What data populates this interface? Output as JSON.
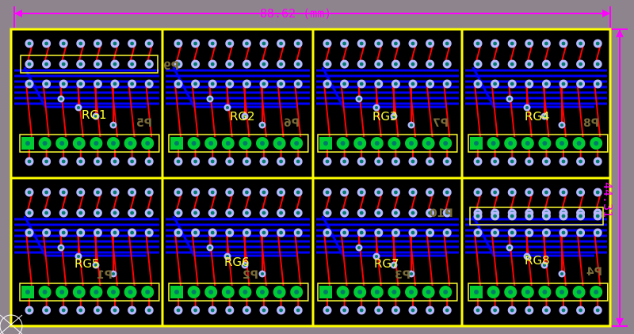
{
  "board": {
    "width_label": "88.62 (mm)",
    "height_label": "44.31",
    "colors": {
      "background": "#8e848e",
      "board": "#000000",
      "outline": "#ffff00",
      "top_trace": "#ff0000",
      "bottom_trace": "#0000ff",
      "pad_ring": "#b8b8ff",
      "pad_hole": "#007a6a",
      "header_pad": "#00cc33",
      "silk": "#ffff33",
      "dimension": "#ff00ff"
    }
  },
  "modules": [
    {
      "rg": "RG1",
      "p": "P5"
    },
    {
      "rg": "RG2",
      "p": "P6"
    },
    {
      "rg": "RG3",
      "p": "P7"
    },
    {
      "rg": "RG4",
      "p": "P8"
    },
    {
      "rg": "RG5",
      "p": "P1"
    },
    {
      "rg": "RG6",
      "p": "P2"
    },
    {
      "rg": "RG7",
      "p": "P3"
    },
    {
      "rg": "RG8",
      "p": "P4"
    }
  ],
  "extra_labels": {
    "p9": "P9",
    "p10": "P10"
  }
}
